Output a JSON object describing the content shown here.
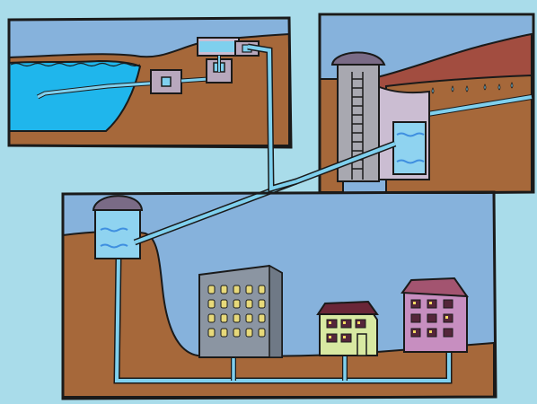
{
  "colors": {
    "background": "#a9dcea",
    "sky": "#86b2dc",
    "earth": "#a6683a",
    "earth_dark": "#8b532b",
    "hill_red": "#a24d40",
    "lake": "#1fb6ec",
    "water_light": "#8fd3f0",
    "water_wave": "#3f8fe0",
    "pipe": "#7fd0ee",
    "outline": "#1a1a1a",
    "tower_gray": "#a8a8b0",
    "dam_building": "#cbbdd2",
    "dome": "#7a6b86",
    "building_gray": "#8b95a2",
    "building_gray_window": "#e7d97a",
    "building_green": "#d8e9a2",
    "roof_maroon": "#6a2638",
    "building_pink": "#c78ec0",
    "roof_pink": "#a35470",
    "window_dark": "#55263a",
    "window_yellow": "#f2dc62"
  },
  "panels": [
    {
      "id": "reservoir",
      "description_icon": "lake-intake-icon"
    },
    {
      "id": "dam-treatment",
      "description_icon": "dam-icon"
    },
    {
      "id": "city-distribution",
      "description_icon": "city-icon"
    }
  ],
  "icons": [
    "water-tower-icon",
    "gray-office-building-icon",
    "green-house-icon",
    "pink-apartment-icon",
    "pump-station-icon",
    "valve-box-icon",
    "rain-drop-icon",
    "ladder-icon"
  ]
}
